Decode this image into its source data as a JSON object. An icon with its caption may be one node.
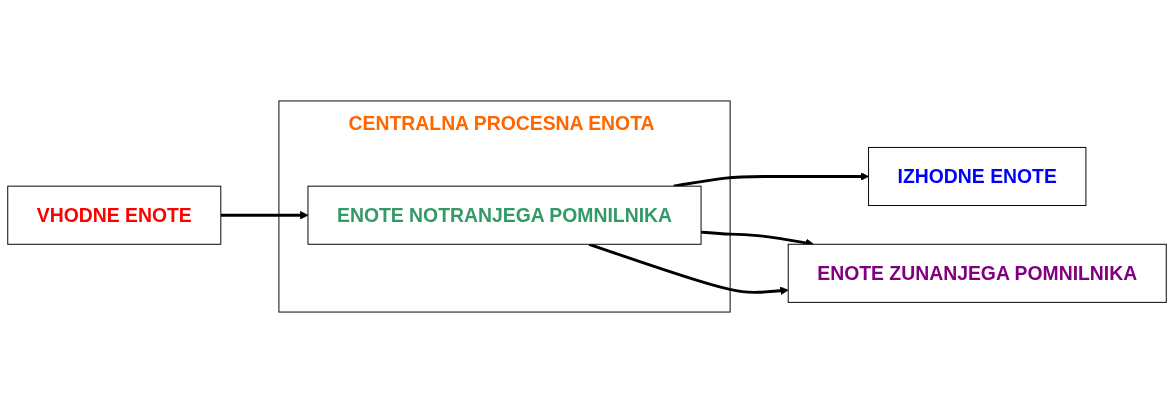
{
  "diagram": {
    "nodes": [
      {
        "text": [
          "CENTRALNA PROCESNA ENOTA"
        ]
      },
      {
        "text": [
          "VHODNE ENOTE"
        ]
      },
      {
        "text": [
          "ENOTE NOTRANJEGA POMNILNIKA"
        ],
        "in": 0
      },
      {
        "text": [
          "IZHODNE ENOTE"
        ]
      },
      {
        "text": [
          "ENOTE ZUNANJEGA POMNILNIKA"
        ]
      }
    ],
    "edges": [
      {
        "from": 1,
        "to": 2,
        "arrow": "to"
      },
      {
        "from": 2,
        "to": 3,
        "arrow": "to"
      },
      {
        "from": 2,
        "to": 4,
        "arrow": "to"
      },
      {
        "from": 2,
        "to": 4,
        "arrow": "to"
      }
    ]
  }
}
